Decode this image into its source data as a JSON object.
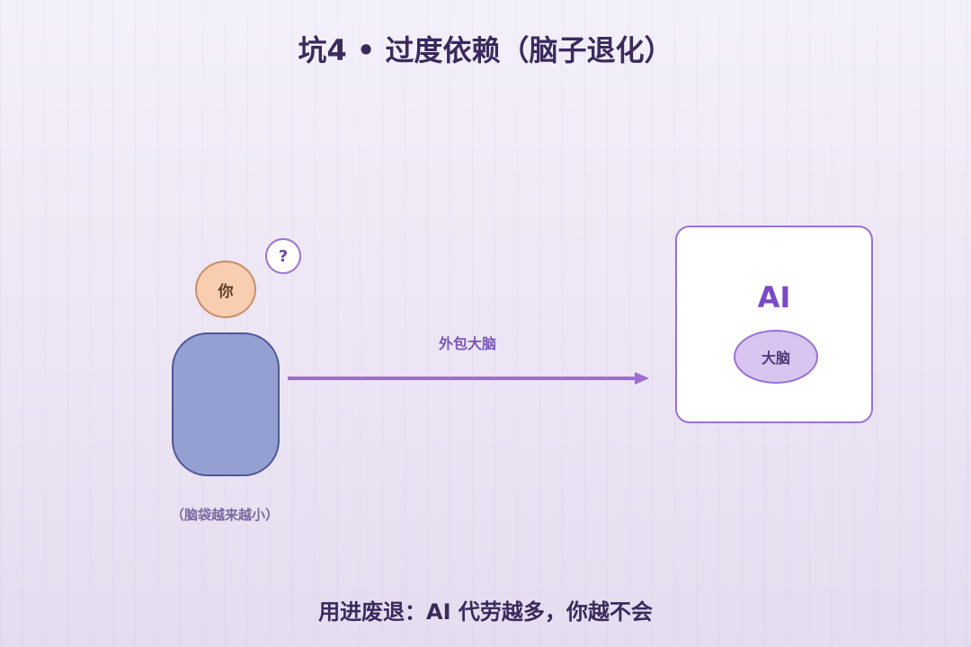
{
  "title": "坑4 • 过度依赖（脑子退化）",
  "person": {
    "head_label": "你",
    "thought_mark": "?",
    "caption": "（脑袋越来越小）"
  },
  "arrow": {
    "label": "外包大脑"
  },
  "ai_box": {
    "title": "AI",
    "brain_label": "大脑"
  },
  "footer": "用进废退：AI 代劳越多，你越不会",
  "colors": {
    "accent": "#9a72d0",
    "arrow": "#9b6ed6",
    "person_body": "#95a0d2",
    "person_head": "#f9ceb0",
    "brain": "#d8c6f0",
    "text_dark": "#3a2a5c"
  }
}
